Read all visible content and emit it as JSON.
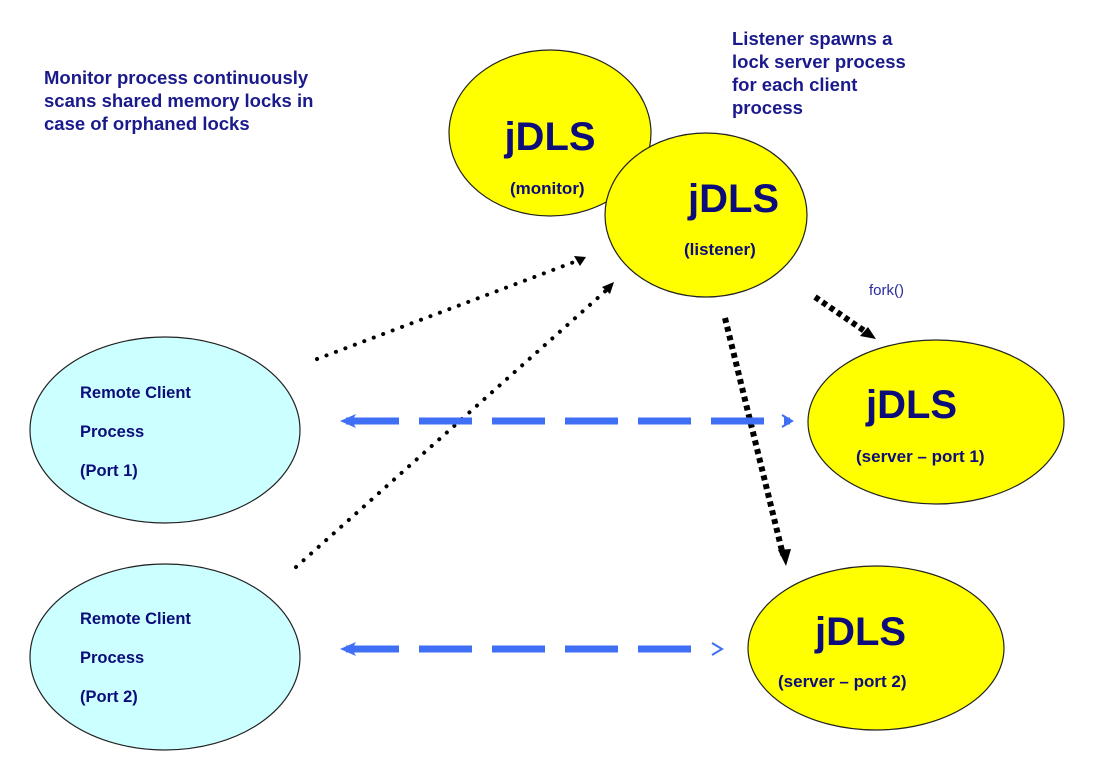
{
  "notes": {
    "monitor": "Monitor process continuously\nscans shared memory locks in\ncase of orphaned locks",
    "listener": "Listener spawns a\nlock server process\nfor each client\nprocess"
  },
  "nodes": {
    "monitor": {
      "title": "jDLS",
      "subtitle": "(monitor)"
    },
    "listener": {
      "title": "jDLS",
      "subtitle": "(listener)"
    },
    "server1": {
      "title": "jDLS",
      "subtitle": "(server – port 1)"
    },
    "server2": {
      "title": "jDLS",
      "subtitle": "(server – port 2)"
    },
    "client1": {
      "line1": "Remote Client",
      "line2": "Process",
      "line3": "(Port 1)"
    },
    "client2": {
      "line1": "Remote Client",
      "line2": "Process",
      "line3": "(Port 2)"
    }
  },
  "labels": {
    "fork": "fork()"
  },
  "colors": {
    "server_fill": "#ffff00",
    "client_fill": "#ccffff",
    "text": "#0c0c7a",
    "data_arrow": "#3f6ff5",
    "control_arrow": "#000000"
  }
}
